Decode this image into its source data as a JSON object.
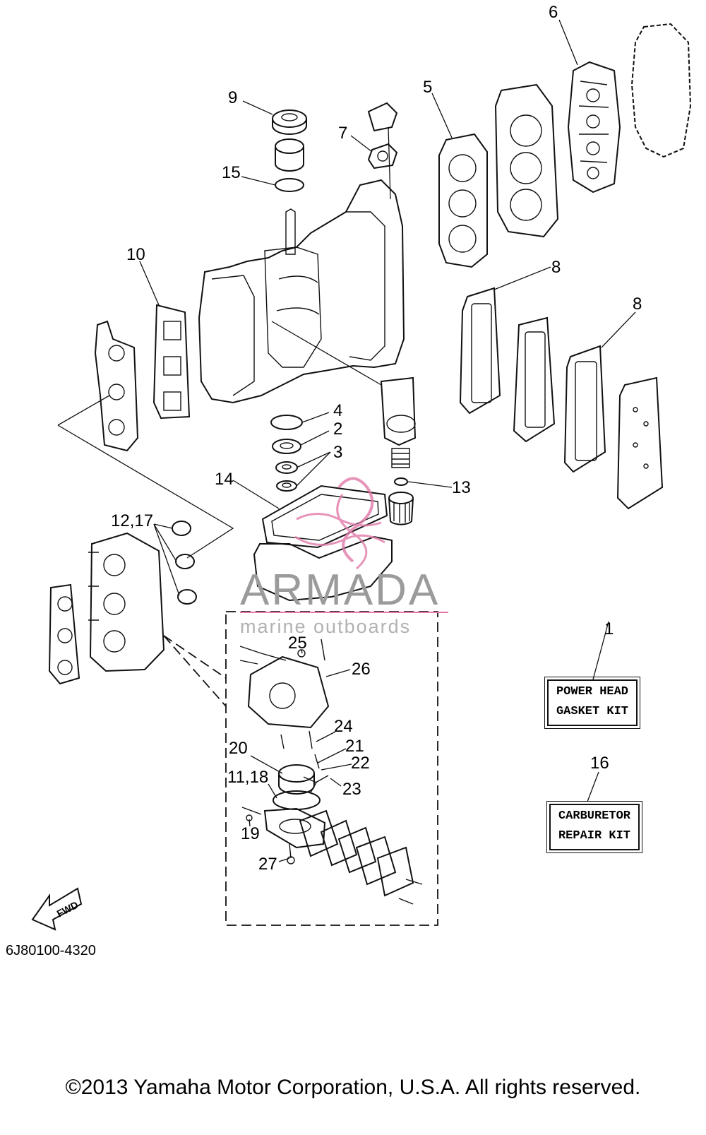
{
  "callouts": [
    {
      "id": "6",
      "text": "6"
    },
    {
      "id": "9",
      "text": "9"
    },
    {
      "id": "7",
      "text": "7"
    },
    {
      "id": "5",
      "text": "5"
    },
    {
      "id": "15",
      "text": "15"
    },
    {
      "id": "10",
      "text": "10"
    },
    {
      "id": "8a",
      "text": "8"
    },
    {
      "id": "8b",
      "text": "8"
    },
    {
      "id": "4",
      "text": "4"
    },
    {
      "id": "2",
      "text": "2"
    },
    {
      "id": "3",
      "text": "3"
    },
    {
      "id": "14",
      "text": "14"
    },
    {
      "id": "13",
      "text": "13"
    },
    {
      "id": "12_17",
      "text": "12,17"
    },
    {
      "id": "1",
      "text": "1"
    },
    {
      "id": "25",
      "text": "25"
    },
    {
      "id": "26",
      "text": "26"
    },
    {
      "id": "24",
      "text": "24"
    },
    {
      "id": "20",
      "text": "20"
    },
    {
      "id": "21",
      "text": "21"
    },
    {
      "id": "22",
      "text": "22"
    },
    {
      "id": "11_18",
      "text": "11,18"
    },
    {
      "id": "23",
      "text": "23"
    },
    {
      "id": "16",
      "text": "16"
    },
    {
      "id": "19",
      "text": "19"
    },
    {
      "id": "27",
      "text": "27"
    }
  ],
  "kits": {
    "power_head": {
      "line1": "POWER HEAD",
      "line2": "GASKET KIT"
    },
    "carburetor": {
      "line1": "CARBURETOR",
      "line2": "REPAIR KIT"
    }
  },
  "fwd_label": "FWD",
  "diagram_number": "6J80100-4320",
  "watermark": {
    "title": "ARMADA",
    "subtitle": "marine outboards"
  },
  "copyright": "©2013 Yamaha Motor Corporation, U.S.A. All rights reserved."
}
